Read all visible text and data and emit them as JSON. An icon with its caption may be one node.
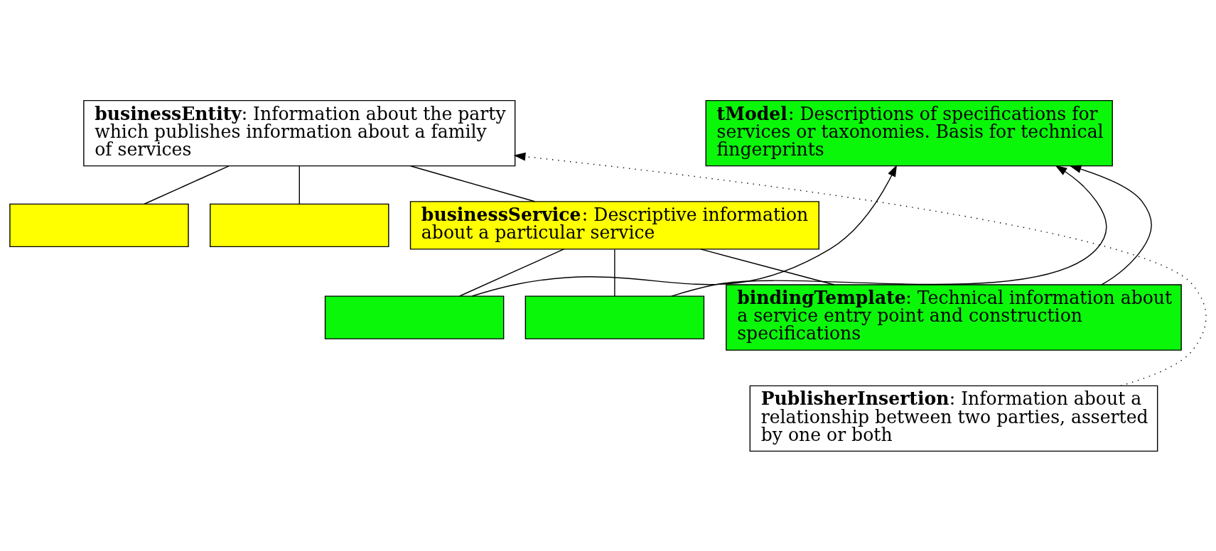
{
  "diagram": {
    "nodes": [
      {
        "text": [
          "**businessEntity**: Information about the party which publishes information about a family of services"
        ]
      },
      {
        "text": [
          "**tModel**: Descriptions of specifications for services or taxonomies. Basis for technical fingerprints"
        ]
      },
      {
        "text": [],
        "shape": "box"
      },
      {
        "text": [],
        "shape": "box"
      },
      {
        "text": [
          "**businessService**: Descriptive information about a particular service"
        ]
      },
      {
        "text": [],
        "shape": "box"
      },
      {
        "text": [],
        "shape": "box"
      },
      {
        "text": [
          "**bindingTemplate**: Technical information about a service entry point and construction specifications"
        ]
      },
      {
        "text": [
          "**PublisherInsertion**: Information about a relationship between two parties, asserted by one or both"
        ]
      }
    ],
    "edges": [
      {
        "from": 0,
        "to": 2,
        "arrow": "none"
      },
      {
        "from": 0,
        "to": 3,
        "arrow": "none"
      },
      {
        "from": 0,
        "to": 4,
        "arrow": "none"
      },
      {
        "from": 4,
        "to": 5,
        "arrow": "none"
      },
      {
        "from": 4,
        "to": 6,
        "arrow": "none"
      },
      {
        "from": 4,
        "to": 7,
        "arrow": "none"
      },
      {
        "from": 5,
        "to": 1,
        "arrow": "to"
      },
      {
        "from": 6,
        "to": 1,
        "arrow": "to"
      },
      {
        "from": 7,
        "to": 1,
        "arrow": "to"
      },
      {
        "from": 8,
        "to": 0,
        "arrow": "to",
        "style": "dashed"
      }
    ]
  }
}
